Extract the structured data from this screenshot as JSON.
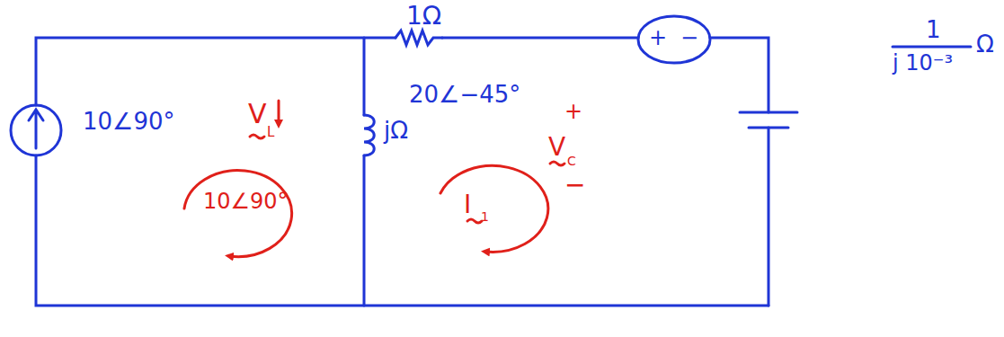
{
  "diagram": {
    "labels": [
      "1Ω",
      "+",
      "−",
      "10∠90°",
      "V",
      "L",
      "jΩ",
      "20∠−45°",
      "+",
      "V",
      "C",
      "−",
      "10∠90°",
      "I",
      "1",
      "1",
      "j 10⁻³",
      "Ω"
    ]
  }
}
